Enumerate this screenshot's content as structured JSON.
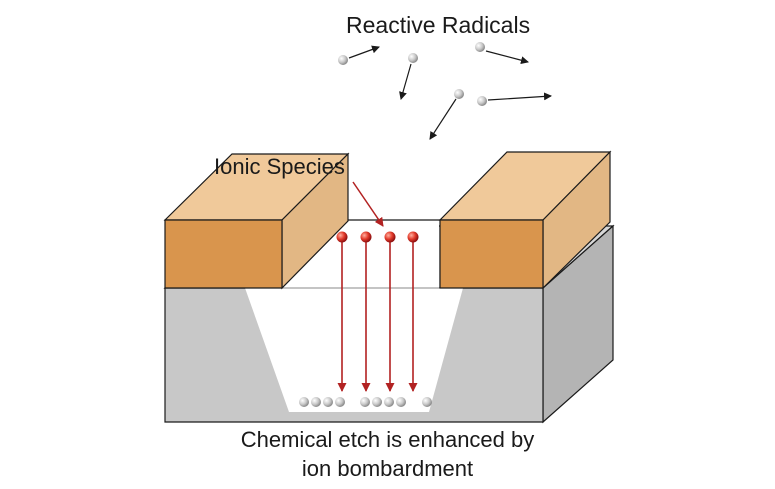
{
  "labels": {
    "reactive_radicals": "Reactive Radicals",
    "ionic_species": "Ionic Species"
  },
  "caption": {
    "line1": "Chemical etch is enhanced by",
    "line2": "ion bombardment"
  },
  "colors": {
    "mask_front": "#d9954d",
    "mask_top": "#f0c99a",
    "mask_side": "#e2b784",
    "substrate_front": "#c8c8c8",
    "substrate_top": "#d7d7d7",
    "substrate_side": "#b4b4b4",
    "ion_arrow": "#b22222",
    "radical": "#bfbfbf",
    "outline": "#1a1a1a"
  },
  "icons": {
    "radical": "grey-sphere",
    "ion": "red-sphere"
  }
}
